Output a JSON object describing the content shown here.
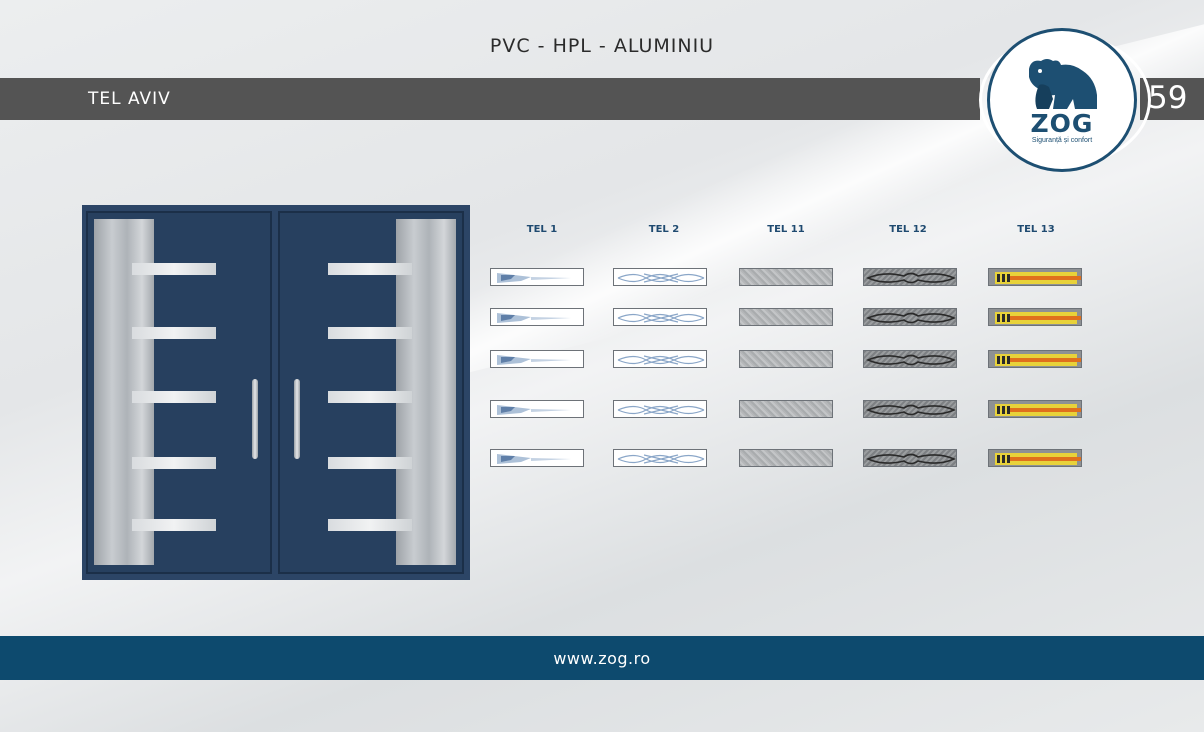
{
  "header": {
    "category": "PVC - HPL - ALUMINIU",
    "model_title": "TEL AVIV",
    "page_number": "59"
  },
  "logo": {
    "brand": "ZOG",
    "tagline": "Siguranță și confort",
    "icon": "bear-icon",
    "color": "#1d4f72"
  },
  "door": {
    "color": "#2c4566",
    "glass_bars_per_leaf": 5
  },
  "glass_options": [
    {
      "label": "TEL 1"
    },
    {
      "label": "TEL 2"
    },
    {
      "label": "TEL 11"
    },
    {
      "label": "TEL 12"
    },
    {
      "label": "TEL 13"
    }
  ],
  "swatch_rows": 5,
  "footer": {
    "url": "www.zog.ro",
    "color": "#0d4a6e"
  }
}
